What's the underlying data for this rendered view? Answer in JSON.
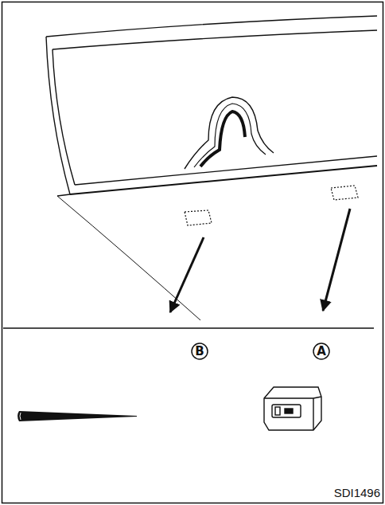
{
  "diagram": {
    "labels": [
      "B",
      "A",
      "SDI1496"
    ]
  }
}
